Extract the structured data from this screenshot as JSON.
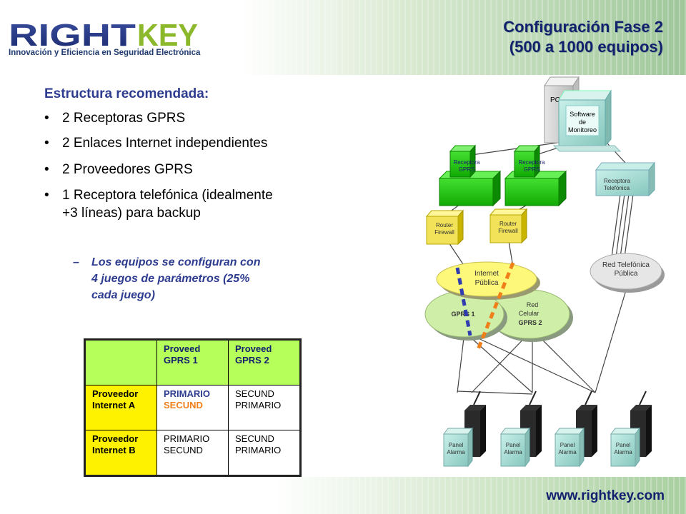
{
  "header": {
    "logo_text": "RIGHTKEY",
    "logo_tagline": "Innovación y Eficiencia en Seguridad Electrónica",
    "title_line1": "Configuración Fase 2",
    "title_line2": "(500 a 1000 equipos)"
  },
  "content": {
    "subtitle": "Estructura recomendada:",
    "bullets": [
      "2 Receptoras GPRS",
      "2 Enlaces Internet independientes",
      "2 Proveedores GPRS",
      "1 Receptora telefónica (idealmente",
      "+3 líneas) para backup"
    ],
    "sub_bullet_line1": "Los equipos se configuran con",
    "sub_bullet_line2": "4 juegos de parámetros (25%",
    "sub_bullet_line3": "cada juego)"
  },
  "table": {
    "col1_line1": "Proveed",
    "col1_line2": "GPRS 1",
    "col2_line1": "Proveed",
    "col2_line2": "GPRS 2",
    "rowA_line1": "Proveedor",
    "rowA_line2": "Internet A",
    "rowB_line1": "Proveedor",
    "rowB_line2": "Internet B",
    "a1_line1": "PRIMARIO",
    "a1_line2": "SECUND",
    "a2_line1": "SECUND",
    "a2_line2": "PRIMARIO",
    "b1_line1": "PRIMARIO",
    "b1_line2": "SECUND",
    "b2_line1": "SECUND",
    "b2_line2": "PRIMARIO"
  },
  "diagram": {
    "pc": "PC",
    "software_line1": "Software",
    "software_line2": "de",
    "software_line3": "Monitoreo",
    "receptora1_line1": "Receptora",
    "receptora1_line2": "GPRS",
    "receptora2_line1": "Receptora",
    "receptora2_line2": "GPRS",
    "receptora_tel_line1": "Receptora",
    "receptora_tel_line2": "Telefónica",
    "router1_line1": "Router",
    "router1_line2": "Firewall",
    "router2_line1": "Router",
    "router2_line2": "Firewall",
    "red_tel_line1": "Red Telefónica",
    "red_tel_line2": "Pública",
    "internet_line1": "Internet",
    "internet_line2": "Pública",
    "gprs1": "GPRS 1",
    "red_celular_line1": "Red",
    "red_celular_line2": "Celular",
    "red_celular_line3": "GPRS 2",
    "panel_line1": "Panel",
    "panel_line2": "Alarma"
  },
  "footer": {
    "url": "www.rightkey.com"
  },
  "colors": {
    "title_blue": "#13206e",
    "subtitle_blue": "#2e3c90",
    "receptora_green": "#22cc11",
    "lime": "#b6ff5b",
    "yellow": "#fff200",
    "orange": "#f07f1a"
  }
}
